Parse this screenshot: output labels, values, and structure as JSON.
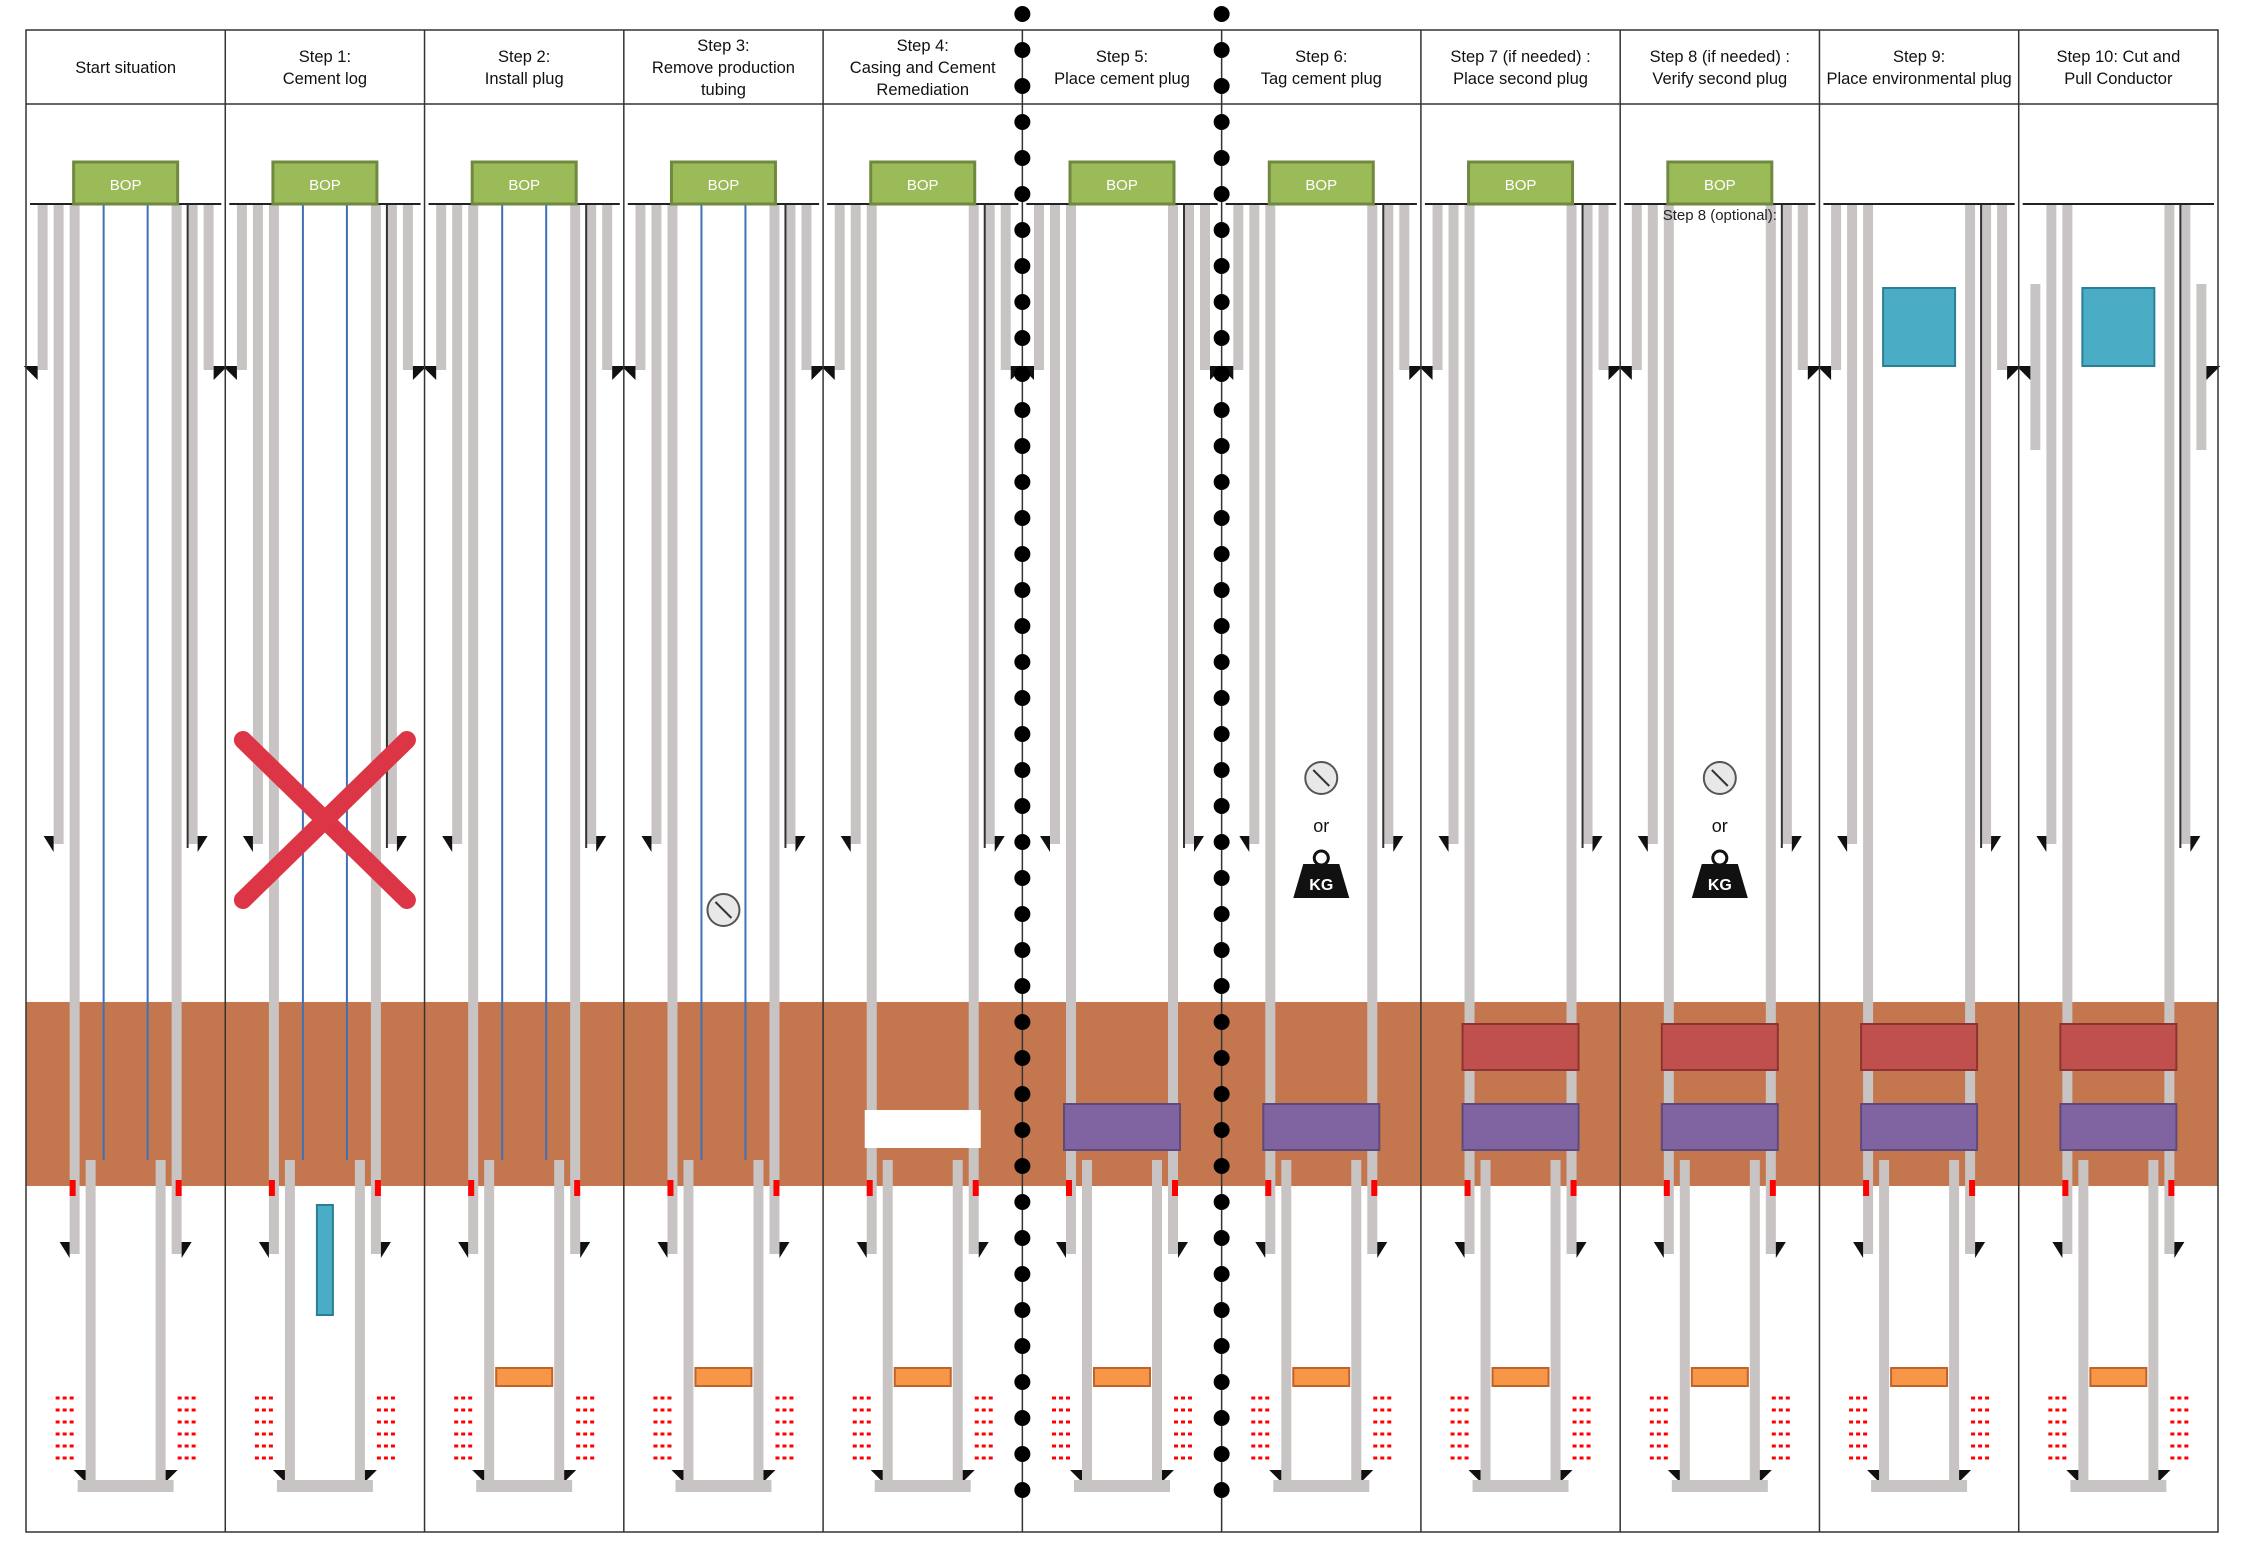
{
  "diagram": {
    "title": "",
    "steps": [
      {
        "header_lines": [
          "Start situation"
        ],
        "bop": "BOP",
        "tubing": true,
        "packer": true,
        "casing_top": "full",
        "log_tool": false,
        "red_x": false,
        "gauge": false,
        "weight": false,
        "bottom_plug": false,
        "purple_plug": false,
        "red_plug": false,
        "env_plug": false,
        "note": "",
        "milled": false,
        "perforations": true
      },
      {
        "header_lines": [
          "Step 1:",
          "Cement log"
        ],
        "bop": "BOP",
        "tubing": true,
        "packer": true,
        "casing_top": "full",
        "log_tool": true,
        "red_x": true,
        "gauge": false,
        "weight": false,
        "bottom_plug": false,
        "purple_plug": false,
        "red_plug": false,
        "env_plug": false,
        "note": "",
        "milled": false,
        "perforations": true
      },
      {
        "header_lines": [
          "Step 2:",
          "Install plug"
        ],
        "bop": "BOP",
        "tubing": true,
        "packer": true,
        "casing_top": "full",
        "log_tool": false,
        "red_x": false,
        "gauge": false,
        "weight": false,
        "bottom_plug": true,
        "purple_plug": false,
        "red_plug": false,
        "env_plug": false,
        "note": "",
        "milled": false,
        "perforations": true
      },
      {
        "header_lines": [
          "Step 3:",
          "Remove production",
          "tubing"
        ],
        "bop": "BOP",
        "tubing": true,
        "packer": true,
        "casing_top": "full",
        "log_tool": false,
        "red_x": false,
        "gauge": true,
        "weight": false,
        "bottom_plug": true,
        "purple_plug": false,
        "red_plug": false,
        "env_plug": false,
        "note": "",
        "milled": false,
        "perforations": true
      },
      {
        "header_lines": [
          "Step 4:",
          "Casing and Cement",
          "Remediation"
        ],
        "bop": "BOP",
        "tubing": false,
        "packer": true,
        "casing_top": "full",
        "log_tool": false,
        "red_x": false,
        "gauge": false,
        "weight": false,
        "bottom_plug": true,
        "purple_plug": false,
        "red_plug": false,
        "env_plug": false,
        "note": "",
        "milled": true,
        "perforations": true
      },
      {
        "header_lines": [
          "Step 5:",
          "Place cement plug"
        ],
        "bop": "BOP",
        "tubing": false,
        "packer": true,
        "casing_top": "full",
        "log_tool": false,
        "red_x": false,
        "gauge": false,
        "weight": false,
        "bottom_plug": true,
        "purple_plug": true,
        "red_plug": false,
        "env_plug": false,
        "note": "",
        "milled": false,
        "perforations": true
      },
      {
        "header_lines": [
          "Step 6:",
          "Tag cement plug"
        ],
        "bop": "BOP",
        "tubing": false,
        "packer": true,
        "casing_top": "full",
        "log_tool": false,
        "red_x": false,
        "gauge": true,
        "weight": true,
        "bottom_plug": true,
        "purple_plug": true,
        "red_plug": false,
        "env_plug": false,
        "note": "",
        "milled": false,
        "perforations": true
      },
      {
        "header_lines": [
          "Step 7 (if needed) :",
          "Place second plug"
        ],
        "bop": "BOP",
        "tubing": false,
        "packer": true,
        "casing_top": "full",
        "log_tool": false,
        "red_x": false,
        "gauge": false,
        "weight": false,
        "bottom_plug": true,
        "purple_plug": true,
        "red_plug": true,
        "env_plug": false,
        "note": "",
        "milled": false,
        "perforations": true
      },
      {
        "header_lines": [
          "Step 8 (if needed) :",
          "Verify second plug"
        ],
        "bop": "BOP",
        "tubing": false,
        "packer": true,
        "casing_top": "full",
        "log_tool": false,
        "red_x": false,
        "gauge": true,
        "weight": true,
        "bottom_plug": true,
        "purple_plug": true,
        "red_plug": true,
        "env_plug": false,
        "note": "Step 8 (optional):",
        "milled": false,
        "perforations": true
      },
      {
        "header_lines": [
          "Step 9:",
          "Place environmental plug"
        ],
        "bop": "",
        "tubing": false,
        "packer": true,
        "casing_top": "full",
        "log_tool": false,
        "red_x": false,
        "gauge": false,
        "weight": false,
        "bottom_plug": true,
        "purple_plug": true,
        "red_plug": true,
        "env_plug": true,
        "note": "",
        "milled": false,
        "perforations": true
      },
      {
        "header_lines": [
          "Step 10: Cut and",
          "Pull Conductor"
        ],
        "bop": "",
        "tubing": false,
        "packer": true,
        "casing_top": "cut",
        "log_tool": false,
        "red_x": false,
        "gauge": false,
        "weight": false,
        "bottom_plug": true,
        "purple_plug": true,
        "red_plug": true,
        "env_plug": true,
        "note": "",
        "milled": false,
        "perforations": true
      }
    ],
    "or_text": "or",
    "weight_text": "KG",
    "dotted_separators_after_columns": [
      5,
      6
    ],
    "colors": {
      "bop": "#9bbb59",
      "bop_border": "#71893f",
      "formation": "#c4774e",
      "casing": "#c8c4c4",
      "tubing": "#3f6fb6",
      "cement_plug": "#8064a2",
      "second_plug": "#c0504d",
      "environmental_plug": "#4bacc6",
      "bottom_plug": "#f79646",
      "perforation": "#ff0000",
      "red_x": "#dc3545"
    }
  }
}
